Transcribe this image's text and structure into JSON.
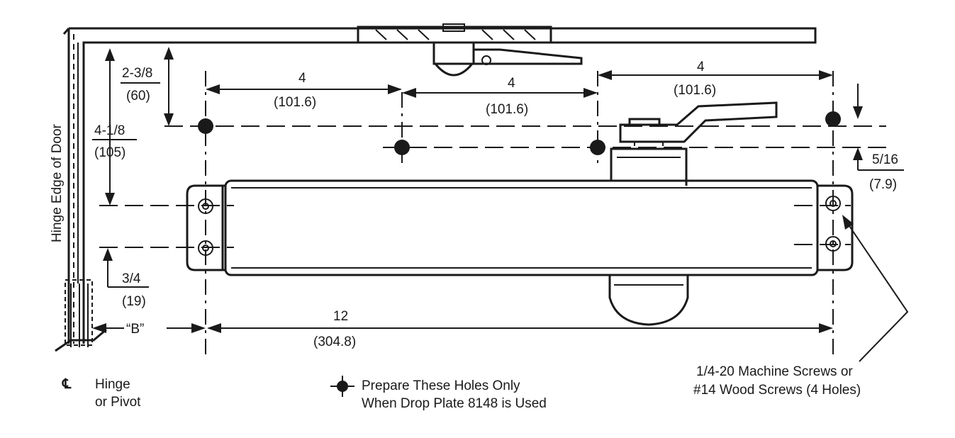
{
  "labels": {
    "hinge_edge": "Hinge Edge of Door",
    "dim_top_frac": "2-3/8",
    "dim_top_metric": "(60)",
    "dim_hinge_frac": "4-1/8",
    "dim_hinge_metric": "(105)",
    "dim_bottom_frac": "3/4",
    "dim_bottom_metric": "(19)",
    "dim_a_frac": "4",
    "dim_a_metric": "(101.6)",
    "dim_b_frac": "4",
    "dim_b_metric": "(101.6)",
    "dim_c_frac": "4",
    "dim_c_metric": "(101.6)",
    "dim_right_frac": "5/16",
    "dim_right_metric": "(7.9)",
    "dim_b_label": "“B”",
    "dim_len_frac": "12",
    "dim_len_metric": "(304.8)",
    "centerline_symbol": "℄",
    "hinge_line1": "Hinge",
    "hinge_line2": "or Pivot",
    "legend_line1": "Prepare These Holes Only",
    "legend_line2": "When Drop Plate 8148 is Used",
    "screws_line1": "1/4-20 Machine Screws or",
    "screws_line2": "#14 Wood Screws (4 Holes)"
  }
}
